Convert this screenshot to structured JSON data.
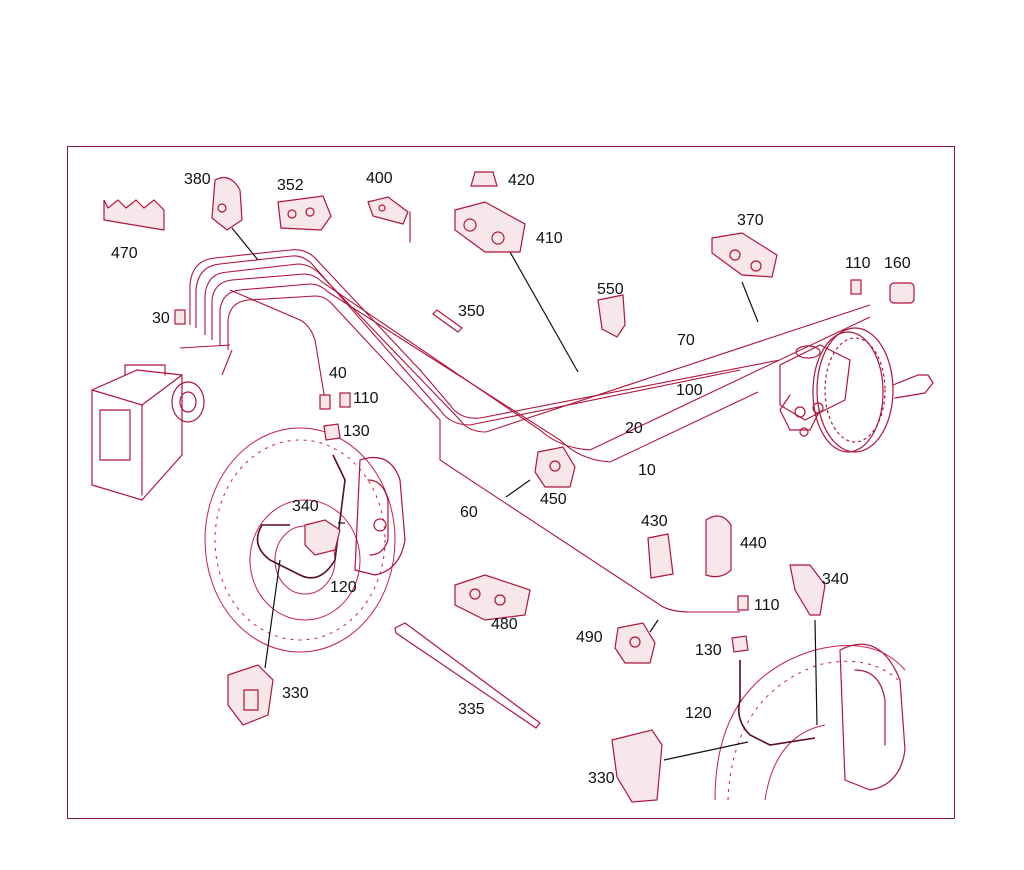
{
  "diagram": {
    "accent_color": "#b0143c",
    "frame_color": "#8a1830",
    "callouts": [
      {
        "id": "470",
        "label": "470"
      },
      {
        "id": "380",
        "label": "380"
      },
      {
        "id": "352",
        "label": "352"
      },
      {
        "id": "400",
        "label": "400"
      },
      {
        "id": "420",
        "label": "420"
      },
      {
        "id": "410",
        "label": "410"
      },
      {
        "id": "370",
        "label": "370"
      },
      {
        "id": "110a",
        "label": "110"
      },
      {
        "id": "160",
        "label": "160"
      },
      {
        "id": "30",
        "label": "30"
      },
      {
        "id": "350",
        "label": "350"
      },
      {
        "id": "550",
        "label": "550"
      },
      {
        "id": "70",
        "label": "70"
      },
      {
        "id": "100",
        "label": "100"
      },
      {
        "id": "40",
        "label": "40"
      },
      {
        "id": "110b",
        "label": "110"
      },
      {
        "id": "130a",
        "label": "130"
      },
      {
        "id": "20",
        "label": "20"
      },
      {
        "id": "10",
        "label": "10"
      },
      {
        "id": "340a",
        "label": "340"
      },
      {
        "id": "450",
        "label": "450"
      },
      {
        "id": "60",
        "label": "60"
      },
      {
        "id": "430",
        "label": "430"
      },
      {
        "id": "440",
        "label": "440"
      },
      {
        "id": "120a",
        "label": "120"
      },
      {
        "id": "340b",
        "label": "340"
      },
      {
        "id": "110c",
        "label": "110"
      },
      {
        "id": "480",
        "label": "480"
      },
      {
        "id": "490",
        "label": "490"
      },
      {
        "id": "130b",
        "label": "130"
      },
      {
        "id": "330a",
        "label": "330"
      },
      {
        "id": "335",
        "label": "335"
      },
      {
        "id": "120b",
        "label": "120"
      },
      {
        "id": "330b",
        "label": "330"
      }
    ]
  }
}
